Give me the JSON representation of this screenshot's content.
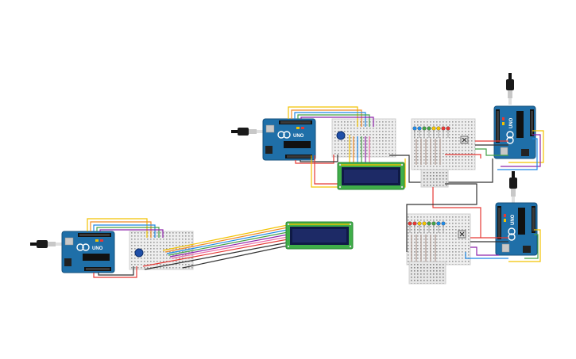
{
  "canvas": {
    "background": "#ffffff"
  },
  "colors": {
    "arduino_board": "#1f6fa8",
    "arduino_board_dark": "#14507d",
    "lcd_pcb": "#3fae49",
    "lcd_screen": "#1d2a66",
    "breadboard": "#eeeeee",
    "wire_red": "#e53935",
    "wire_black": "#333333",
    "wire_yellow": "#f2c200",
    "wire_orange": "#f08a24",
    "wire_green": "#43a047",
    "wire_blue": "#1e88e5",
    "wire_purple": "#8e24aa",
    "wire_pink": "#ec6fa8"
  },
  "components": {
    "arduino_label": "UNO",
    "arduino_brand": "ARDUINO",
    "arduino_count": 4,
    "lcd_count": 2,
    "led_colors_top": [
      "#1e88e5",
      "#1e88e5",
      "#43a047",
      "#43a047",
      "#f2c200",
      "#f2c200",
      "#e53935",
      "#e53935"
    ],
    "led_colors_bottom": [
      "#e53935",
      "#e53935",
      "#f2c200",
      "#f2c200",
      "#43a047",
      "#43a047",
      "#1e88e5",
      "#1e88e5"
    ]
  },
  "icons": [
    "usb-cable-icon",
    "potentiometer-icon",
    "push-button-icon"
  ]
}
